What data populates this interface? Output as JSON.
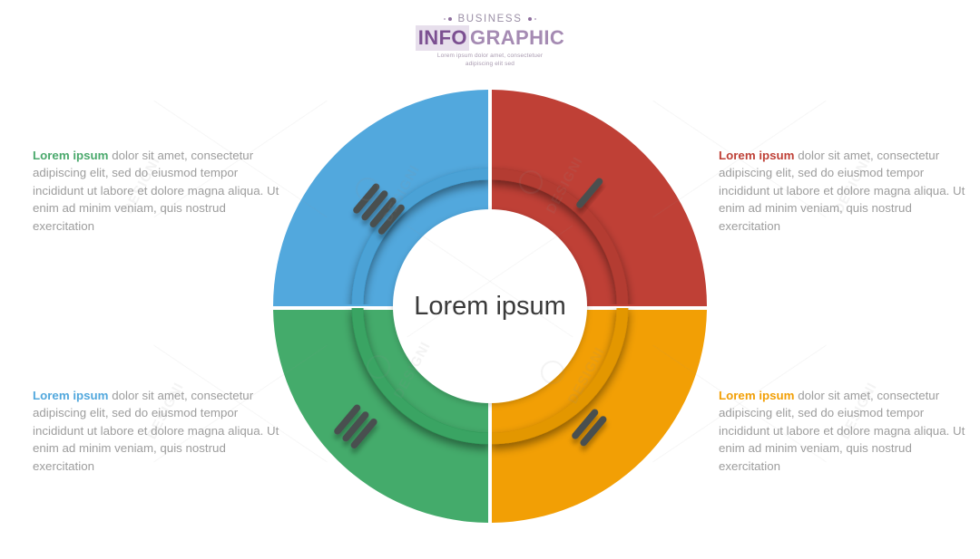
{
  "header": {
    "eyebrow": "BUSINESS",
    "title_part1": "INFO",
    "title_part2": "GRAPHIC",
    "subtitle_line1": "Lorem ipsum dolor amet, consectetuer",
    "subtitle_line2": "adipiscing elit sed"
  },
  "center": {
    "label": "Lorem ipsum"
  },
  "chart_data": {
    "type": "pie",
    "title": "BUSINESS INFOGRAPHIC",
    "center_label": "Lorem ipsum",
    "categories": [
      "Top Left",
      "Top Right",
      "Bottom Right",
      "Bottom Left"
    ],
    "values": [
      25,
      25,
      25,
      25
    ],
    "colors": [
      "#52a8dd",
      "#bf4036",
      "#f29f05",
      "#44ab6b"
    ],
    "legend_position": "sides",
    "grid": false,
    "notes": "Four equal quadrants of a donut chart, each linked to one text block"
  },
  "segments": [
    {
      "id": "top-left",
      "color": "#52a8dd",
      "accent_color": "#3ea0d8",
      "icon": "four-diagonal-bars-icon",
      "bars": 4,
      "lead": "Lorem ipsum",
      "body": " dolor sit amet, consectetur adipiscing elit, sed do eiusmod tempor incididunt ut labore et dolore magna aliqua. Ut enim ad minim veniam, quis nostrud exercitation"
    },
    {
      "id": "top-right",
      "color": "#bf4036",
      "accent_color": "#b03a30",
      "icon": "one-diagonal-bar-icon",
      "bars": 1,
      "lead": "Lorem ipsum",
      "body": " dolor sit amet, consectetur adipiscing elit, sed do eiusmod tempor incididunt ut labore et dolore magna aliqua. Ut enim ad minim veniam, quis nostrud exercitation"
    },
    {
      "id": "bottom-left",
      "color": "#44ab6b",
      "accent_color": "#35a05f",
      "icon": "three-diagonal-bars-icon",
      "bars": 3,
      "lead": "Lorem ipsum",
      "body": " dolor sit amet, consectetur adipiscing elit, sed do eiusmod tempor incididunt ut labore et dolore magna aliqua. Ut enim ad minim veniam, quis nostrud exercitation"
    },
    {
      "id": "bottom-right",
      "color": "#f29f05",
      "accent_color": "#e09400",
      "icon": "two-diagonal-bars-icon",
      "bars": 2,
      "lead": "Lorem ipsum",
      "body": " dolor sit amet, consectetur adipiscing elit, sed do eiusmod tempor incididunt ut labore et dolore magna aliqua. Ut enim ad minim veniam, quis nostrud exercitation"
    }
  ],
  "text_blocks": {
    "top_left": {
      "lead_color": "#4aa96c"
    },
    "top_right": {
      "lead_color": "#bf4036"
    },
    "bottom_left": {
      "lead_color": "#52a8dd"
    },
    "bottom_right": {
      "lead_color": "#f29f05"
    }
  },
  "watermarks": {
    "brand": "DESIGNI"
  }
}
